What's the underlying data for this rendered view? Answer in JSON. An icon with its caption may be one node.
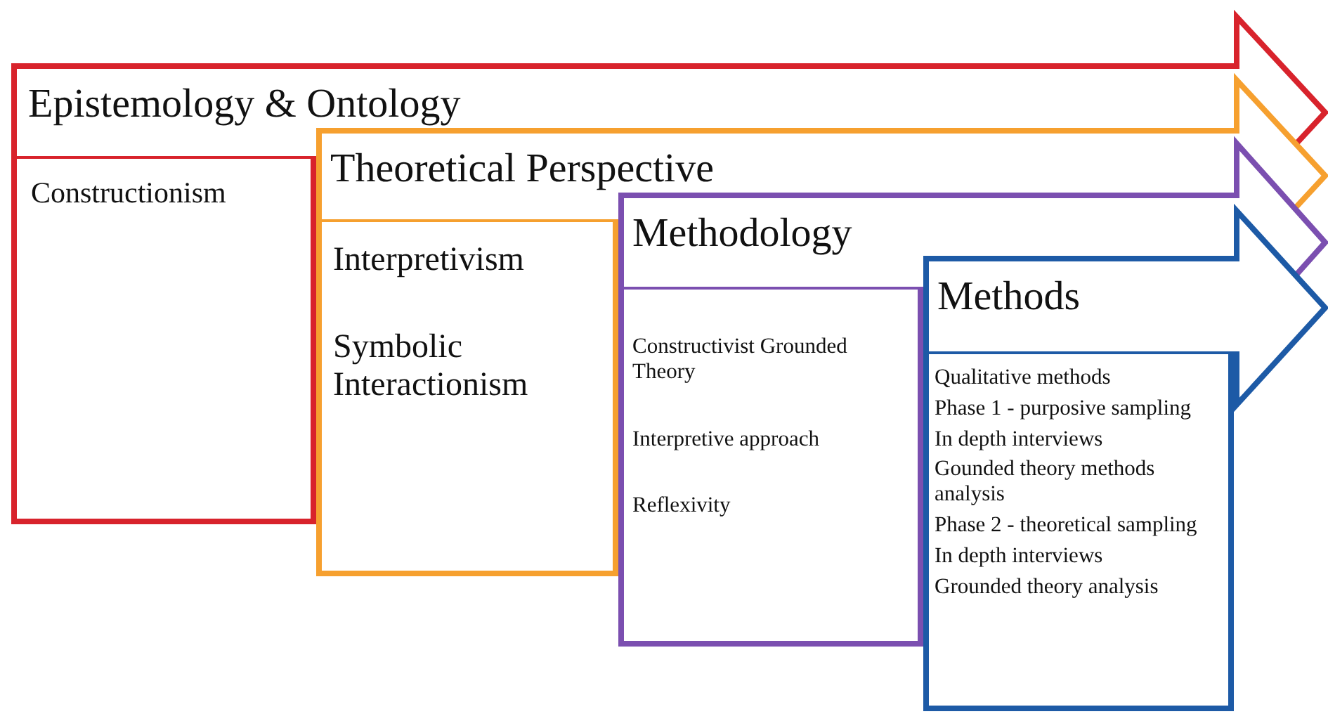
{
  "diagram": {
    "nodes": [
      {
        "text": [
          "Epistemology & Ontology"
        ]
      },
      {
        "text": [
          "Constructionism"
        ]
      },
      {
        "text": [
          "Theoretical Perspective"
        ]
      },
      {
        "text": [
          "Interpretivism",
          "Symbolic Interactionism"
        ]
      },
      {
        "text": [
          "Methodology"
        ]
      },
      {
        "text": [
          "Constructivist Grounded Theory",
          "Interpretive approach",
          "Reflexivity"
        ]
      },
      {
        "text": [
          "Methods"
        ]
      },
      {
        "text": [
          "Qualitative methods",
          "Phase 1 - purposive sampling",
          "In depth interviews",
          "Gounded theory methods analysis",
          "Phase 2 - theoretical sampling",
          "In depth interviews",
          "Grounded theory analysis"
        ]
      }
    ]
  }
}
